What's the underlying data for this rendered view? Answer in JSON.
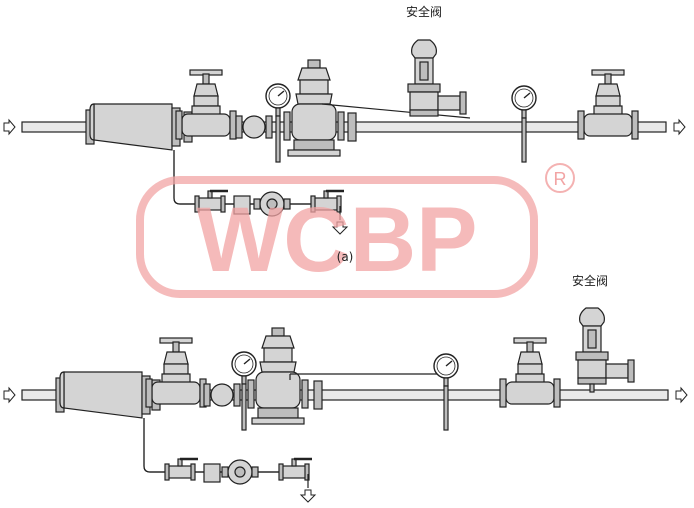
{
  "labels": {
    "safety_valve_top": "安全阀",
    "safety_valve_bottom": "安全阀",
    "subfigure_a": "(a)"
  },
  "watermark": {
    "text": "WCBP",
    "registered_mark": "R",
    "color": "#f2a4a4"
  },
  "colors": {
    "stroke": "#222222",
    "metal": "#d4d4d4",
    "pipe": "#e9e9e9"
  }
}
